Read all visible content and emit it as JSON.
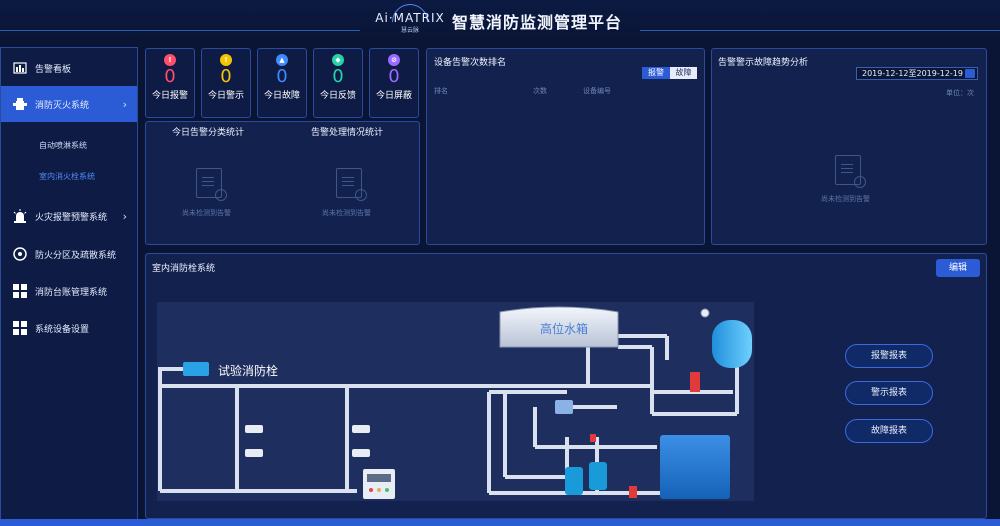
{
  "header": {
    "logo_main": "Ai·MATRIX",
    "logo_sub": "慧云脉",
    "title": "智慧消防监测管理平台"
  },
  "sidebar": {
    "items": [
      {
        "label": "告警看板",
        "icon": "dashboard-icon"
      },
      {
        "label": "消防灭火系统",
        "icon": "hydrant-icon",
        "active": true
      },
      {
        "label": "火灾报警预警系统",
        "icon": "alarm-light-icon"
      },
      {
        "label": "防火分区及疏散系统",
        "icon": "evacuation-icon"
      },
      {
        "label": "消防台账管理系统",
        "icon": "grid-icon"
      },
      {
        "label": "系统设备设置",
        "icon": "grid-icon"
      }
    ],
    "sub_items": [
      {
        "label": "自动喷淋系统"
      },
      {
        "label": "室内消火栓系统",
        "active": true
      }
    ]
  },
  "stats": [
    {
      "label": "今日报警",
      "value": "0",
      "color": "#ff4d6a",
      "icon": "alarm-icon"
    },
    {
      "label": "今日警示",
      "value": "0",
      "color": "#f5c400",
      "icon": "warning-icon"
    },
    {
      "label": "今日故障",
      "value": "0",
      "color": "#3d8bff",
      "icon": "fault-icon"
    },
    {
      "label": "今日反馈",
      "value": "0",
      "color": "#26d3a8",
      "icon": "feedback-icon"
    },
    {
      "label": "今日屏蔽",
      "value": "0",
      "color": "#9b6bff",
      "icon": "block-icon"
    }
  ],
  "alarm_stats": {
    "left_title": "今日告警分类统计",
    "right_title": "告警处理情况统计",
    "empty_text": "尚未检测到告警"
  },
  "ranking": {
    "title": "设备告警次数排名",
    "toggle": [
      "报警",
      "故障"
    ],
    "columns": [
      "排名",
      "次数",
      "设备编号"
    ]
  },
  "trend": {
    "title": "告警警示故障趋势分析",
    "date_range": "2019-12-12至2019-12-19",
    "unit": "单位：次",
    "empty_text": "尚未检测到告警"
  },
  "system": {
    "title": "室内消防栓系统",
    "edit_label": "编辑",
    "tank_label": "高位水箱",
    "test_hydrant_label": "试验消防栓",
    "reports": [
      "报警报表",
      "警示报表",
      "故障报表"
    ]
  },
  "colors": {
    "accent": "#2c5bd6",
    "panel_bg": "#12214e",
    "page_bg": "#0a1535"
  }
}
